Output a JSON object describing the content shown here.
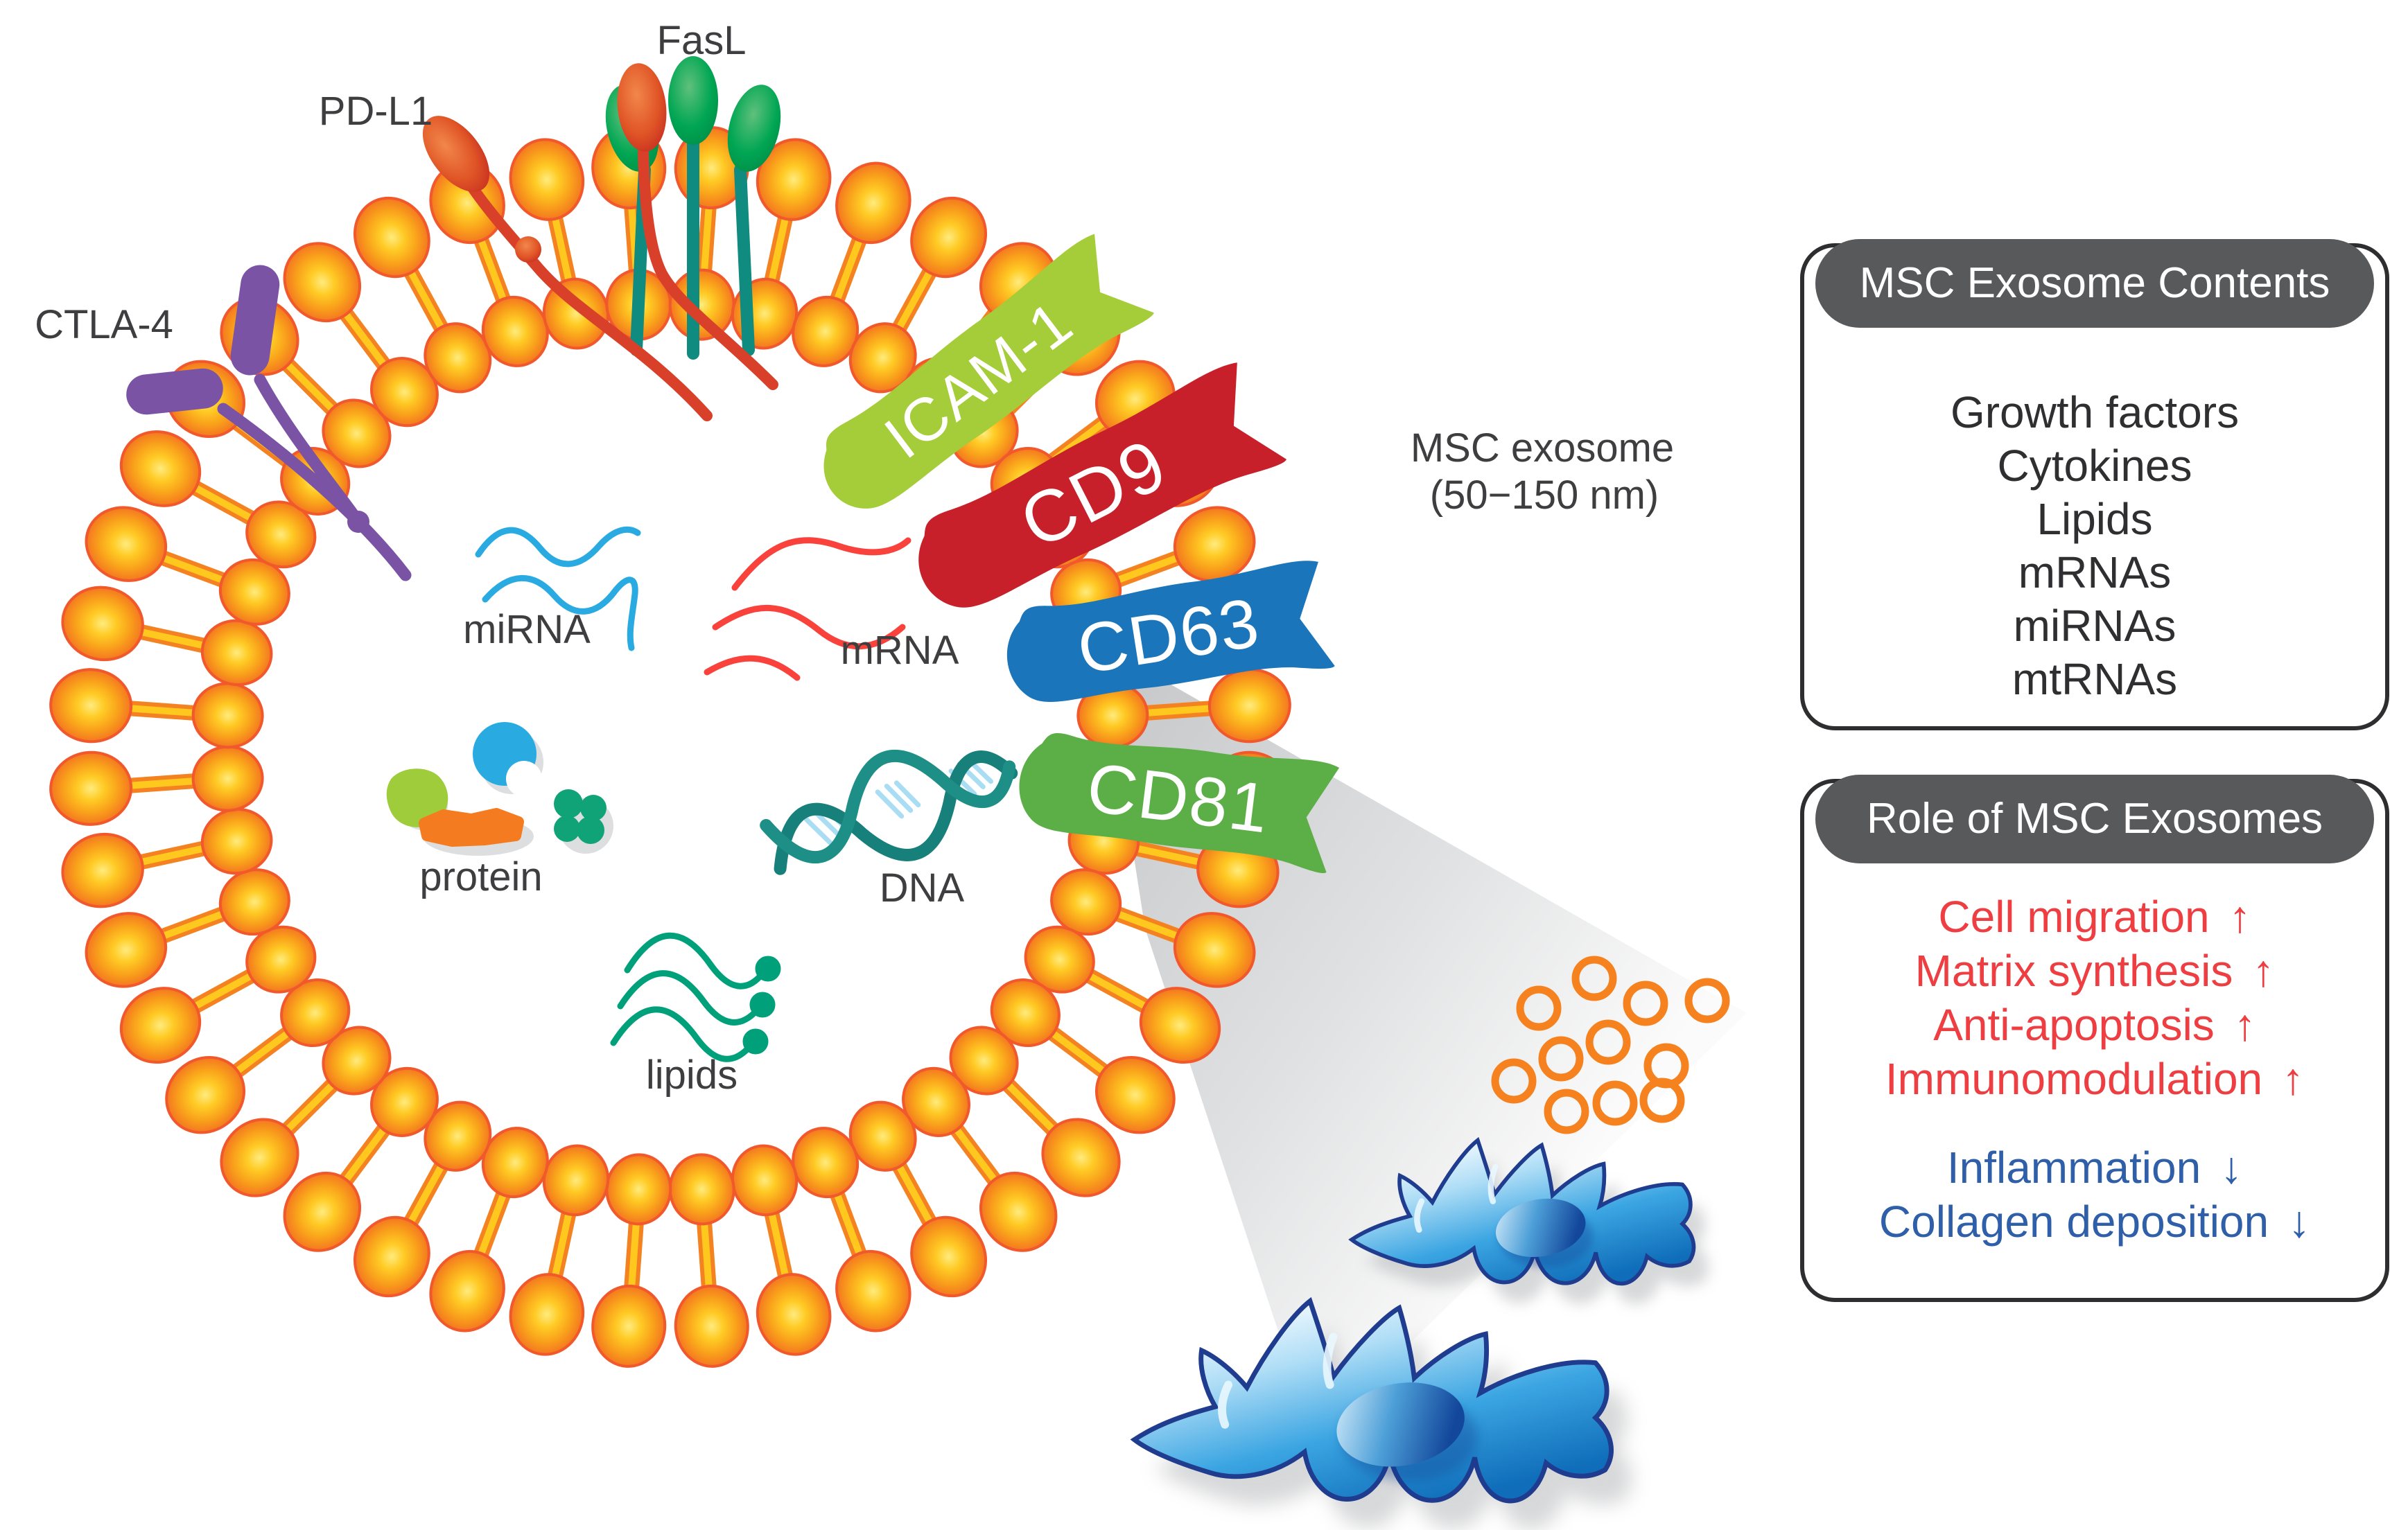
{
  "diagram": {
    "labels": {
      "fasl": "FasL",
      "pdl1": "PD-L1",
      "ctla4": "CTLA-4",
      "mirna": "miRNA",
      "mrna": "mRNA",
      "protein": "protein",
      "dna": "DNA",
      "lipids": "lipids",
      "exosome_title": "MSC exosome",
      "exosome_size": "(50−150 nm)"
    },
    "markers": {
      "icam1": "ICAM-1",
      "cd9": "CD9",
      "cd63": "CD63",
      "cd81": "CD81"
    },
    "colors": {
      "membrane_orange": "#F58220",
      "membrane_yellow": "#FFC81F",
      "ball_rim": "#F1582B",
      "icam1": "#A5CD39",
      "cd9": "#C8202A",
      "cd63": "#1B75BB",
      "cd81": "#5CAE46",
      "fasl_green": "#00A551",
      "fasl_stem": "#0F8B80",
      "pdl1_red": "#D8402A",
      "ctla4_purple": "#7A53A5",
      "mirna_blue": "#29ABE2",
      "mrna_red": "#F9423C",
      "lipid_teal": "#00A17A",
      "dna_teal": "#17807A",
      "cell_blue": "#1577C0",
      "ring_orange": "#F5821F",
      "label_gray": "#3E3E40",
      "header_gray": "#58595B",
      "up_red": "#EE3E42",
      "down_blue": "#2F5FA8"
    }
  },
  "contents_box": {
    "title": "MSC Exosome Contents",
    "items": [
      "Growth factors",
      "Cytokines",
      "Lipids",
      "mRNAs",
      "miRNAs",
      "mtRNAs"
    ]
  },
  "roles_box": {
    "title": "Role of MSC Exosomes",
    "up": [
      "Cell migration",
      "Matrix synthesis",
      "Anti-apoptosis",
      "Immunomodulation"
    ],
    "down": [
      "Inflammation",
      "Collagen deposition"
    ],
    "up_arrow": "↑",
    "down_arrow": "↓"
  }
}
